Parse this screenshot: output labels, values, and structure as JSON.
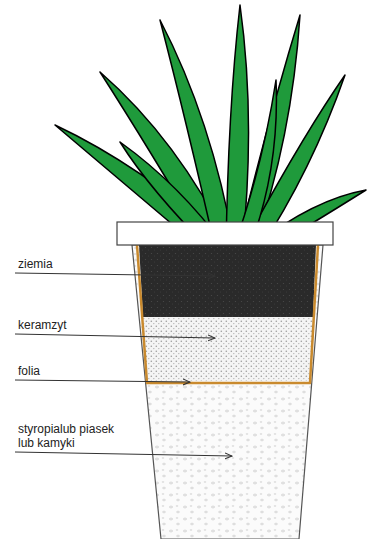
{
  "diagram": {
    "labels": [
      "ziemia",
      "keramzyt",
      "folia",
      "styropialub piasek lub kamyki"
    ]
  }
}
